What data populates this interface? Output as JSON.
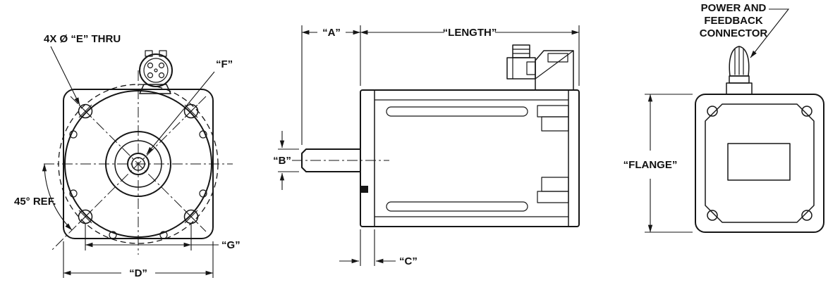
{
  "views": {
    "front": {
      "holes_callout": "4X Ø “E” THRU",
      "shaft_callout": "“F”",
      "angle_ref": "45° REF.",
      "dim_bolt_spacing": "“G”",
      "dim_flange_width": "“D”"
    },
    "side": {
      "dim_shaft_ext": "“A”",
      "dim_body_length": "“LENGTH”",
      "dim_shaft_dia": "“B”",
      "dim_flange_thickness": "“C”"
    },
    "rear": {
      "connector_callout_line1": "POWER AND",
      "connector_callout_line2": "FEEDBACK",
      "connector_callout_line3": "CONNECTOR",
      "dim_flange": "“FLANGE”"
    }
  },
  "colors": {
    "line": "#161616",
    "background": "#ffffff"
  }
}
